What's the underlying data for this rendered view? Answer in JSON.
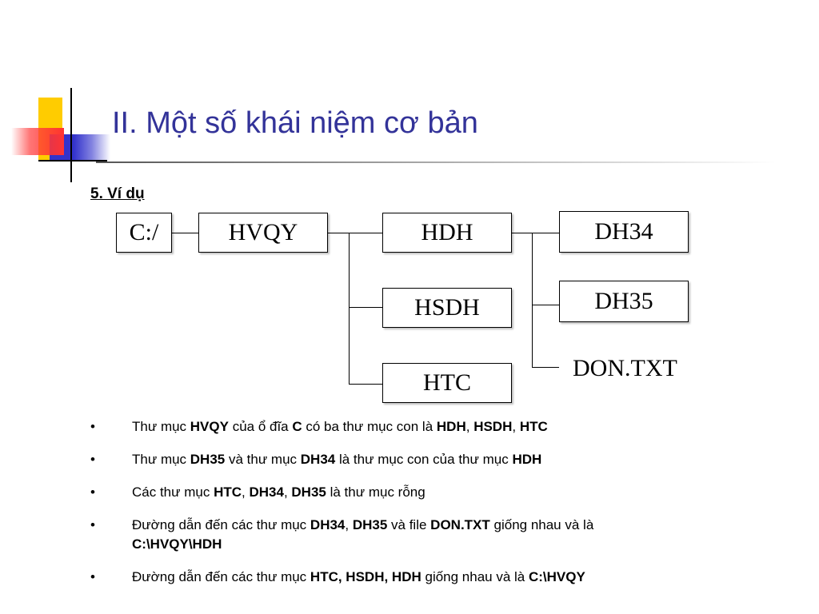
{
  "slide": {
    "title": "II. Một số khái niệm cơ bản",
    "subtitle": "5. Ví dụ"
  },
  "tree": {
    "root": "C:/",
    "hvqy": "HVQY",
    "hdh": "HDH",
    "hsdh": "HSDH",
    "htc": "HTC",
    "dh34": "DH34",
    "dh35": "DH35",
    "file": "DON.TXT"
  },
  "bullets": {
    "marker": "•",
    "b1": {
      "t1": "Thư mục ",
      "b1": "HVQY",
      "t2": " của ổ đĩa ",
      "b2": "C",
      "t3": " có ba thư mục con là ",
      "b3": "HDH",
      "s1": ", ",
      "b4": "HSDH",
      "s2": ", ",
      "b5": "HTC"
    },
    "b2": {
      "t1": "Thư mục ",
      "b1": "DH35",
      "t2": " và thư mục ",
      "b2": "DH34",
      "t3": " là thư mục con của thư mục ",
      "b3": "HDH"
    },
    "b3": {
      "t1": "Các thư mục ",
      "b1": "HTC",
      "s1": ", ",
      "b2": "DH34",
      "s2": ", ",
      "b3": "DH35",
      "t2": " là thư mục rỗng"
    },
    "b4": {
      "t1": "Đường dẫn đến các thư mục ",
      "b1": "DH34",
      "s1": ", ",
      "b2": "DH35",
      "t2": " và file ",
      "b3": "DON.TXT",
      "t3": " giống nhau và là ",
      "b4": "C:\\HVQY\\HDH"
    },
    "b5": {
      "t1": "Đường dẫn đến các thư mục ",
      "b1": "HTC, HSDH, HDH",
      "t2": " giống nhau và là ",
      "b2": "C:\\HVQY"
    }
  }
}
